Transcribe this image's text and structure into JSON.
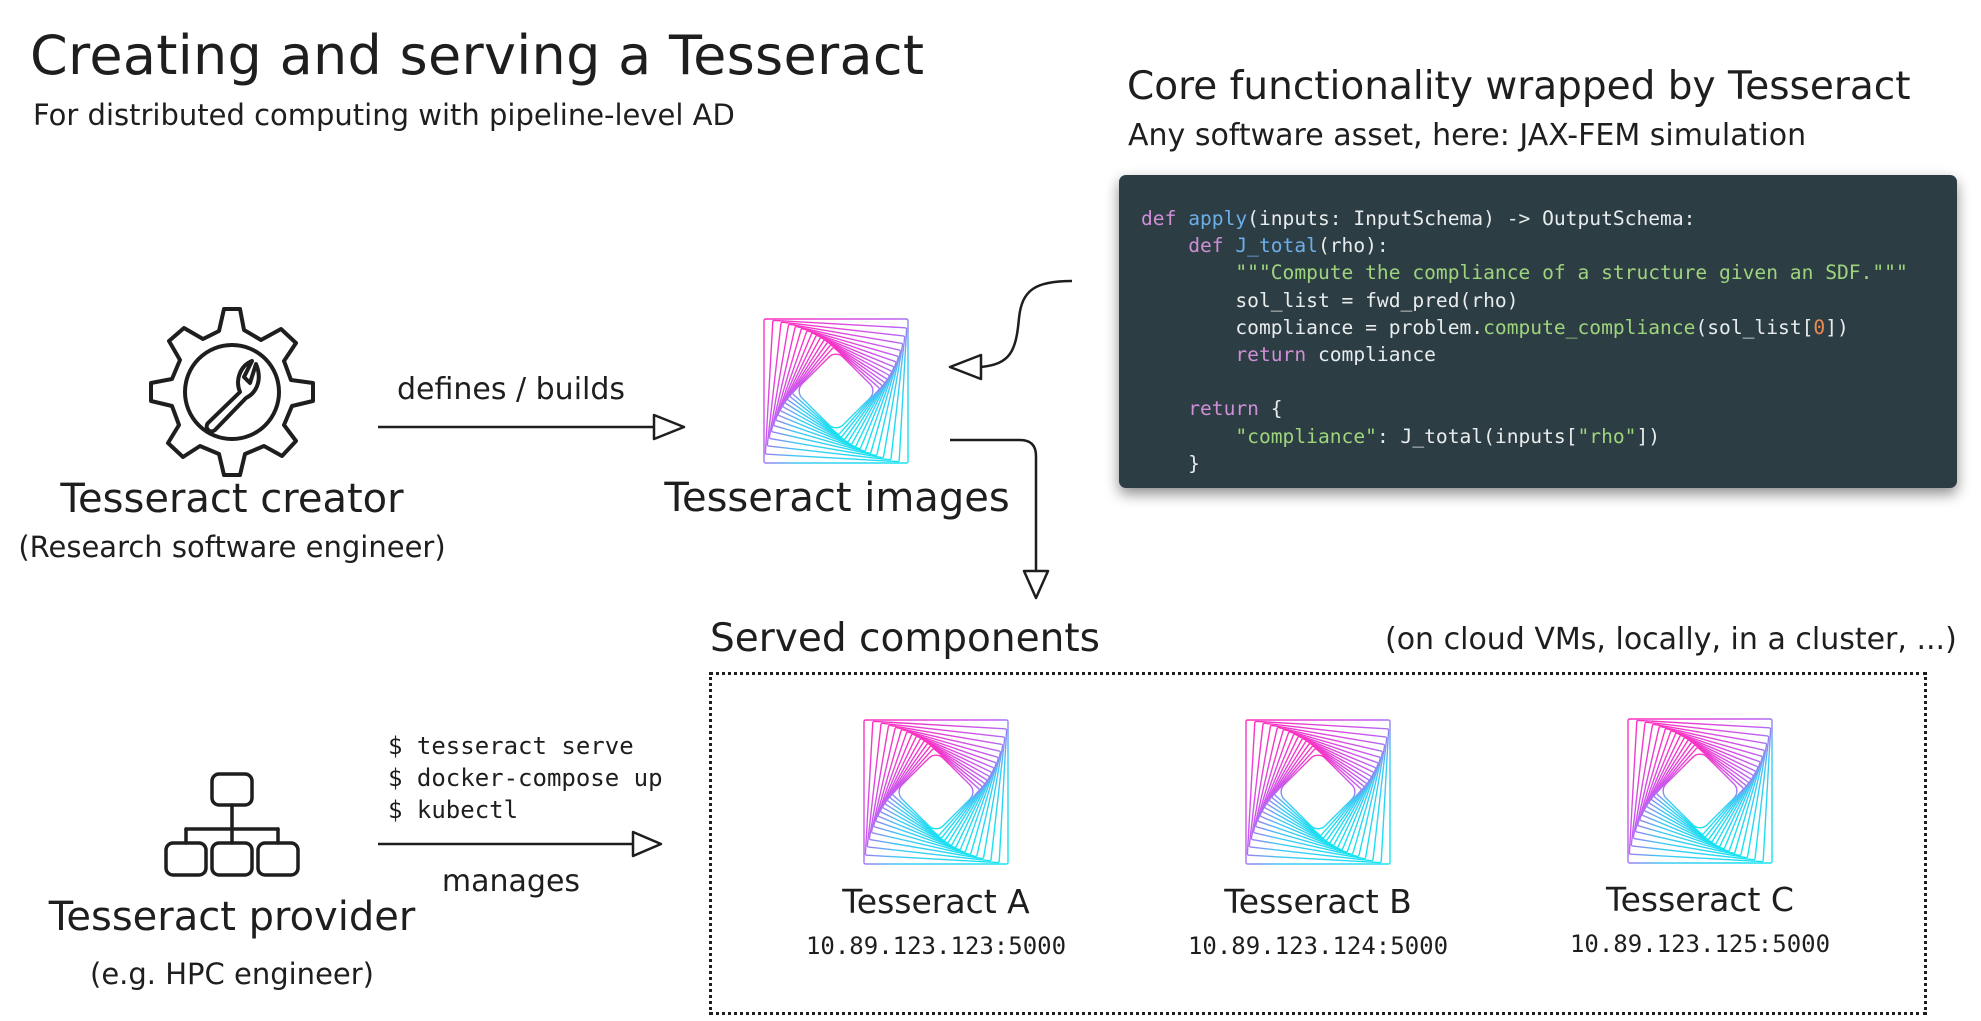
{
  "header": {
    "title": "Creating and serving a Tesseract",
    "subtitle": "For distributed computing with pipeline-level AD"
  },
  "core": {
    "title": "Core functionality wrapped by Tesseract",
    "subtitle": "Any software asset, here: JAX-FEM simulation"
  },
  "code": {
    "lines": [
      "def apply(inputs: InputSchema) -> OutputSchema:",
      "    def J_total(rho):",
      "        \"\"\"Compute the compliance of a structure given an SDF.\"\"\"",
      "        sol_list = fwd_pred(rho)",
      "        compliance = problem.compute_compliance(sol_list[0])",
      "        return compliance",
      "",
      "    return {",
      "        \"compliance\": J_total(inputs[\"rho\"])",
      "    }"
    ]
  },
  "creator": {
    "name": "Tesseract creator",
    "role": "(Research software engineer)",
    "icon": "gear-wrench-icon"
  },
  "images": {
    "label": "Tesseract images",
    "icon": "tesseract-logo-icon"
  },
  "arrow_builds": {
    "label": "defines / builds"
  },
  "provider": {
    "name": "Tesseract provider",
    "role": "(e.g. HPC engineer)",
    "icon": "hierarchy-icon"
  },
  "arrow_manages": {
    "label": "manages",
    "commands": "$ tesseract serve\n$ docker-compose up\n$ kubectl"
  },
  "served": {
    "title": "Served components",
    "note": "(on cloud VMs, locally, in a cluster, ...)",
    "components": [
      {
        "name": "Tesseract A",
        "address": "10.89.123.123:5000"
      },
      {
        "name": "Tesseract B",
        "address": "10.89.123.124:5000"
      },
      {
        "name": "Tesseract C",
        "address": "10.89.123.125:5000"
      }
    ]
  },
  "colors": {
    "code_bg": "#2c3d43",
    "logo_pink": "#ff2fbf",
    "logo_cyan": "#14e4f0",
    "ink": "#1e1e1e"
  }
}
